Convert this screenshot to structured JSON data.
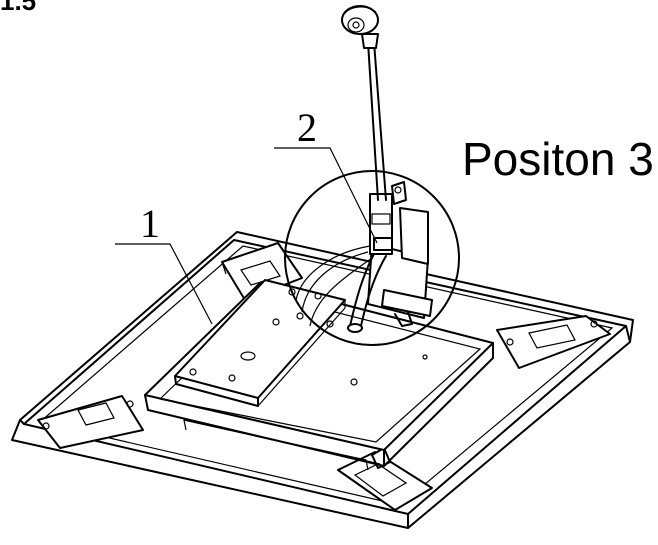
{
  "section_title": "1.5",
  "callouts": {
    "part_1": "1",
    "part_2": "2"
  },
  "position_label": "Positon 3"
}
